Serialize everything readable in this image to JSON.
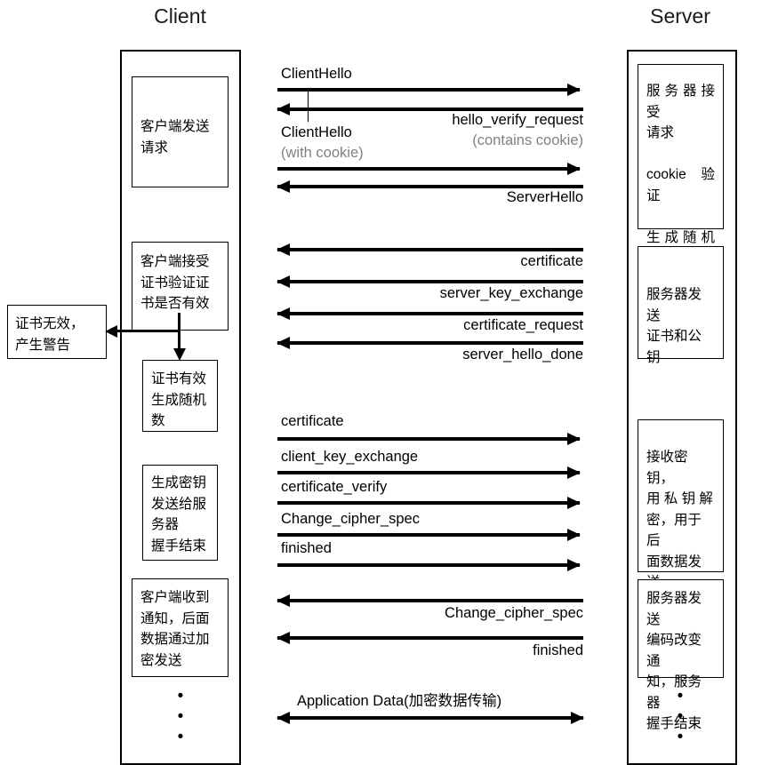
{
  "lanes": {
    "client_title": "Client",
    "server_title": "Server"
  },
  "client_notes": [
    {
      "id": "client-request",
      "text": "客户端发送\n请求"
    },
    {
      "id": "client-verify-cert",
      "text": "客户端接受\n证书验证证\n书是否有效"
    },
    {
      "id": "client-cert-valid",
      "text": "证书有效\n生成随机\n数"
    },
    {
      "id": "client-gen-key",
      "text": "生成密钥\n发送给服\n务器\n握手结束"
    },
    {
      "id": "client-notified",
      "text": "客户端收到\n通知，后面\n数据通过加\n密发送"
    }
  ],
  "server_notes": [
    {
      "id": "server-accept-request",
      "text": "服务器接受\n请求\n\ncookie 验证\n\n生成随机的\nsession ID"
    },
    {
      "id": "server-send-cert",
      "text": "服务器发送\n证书和公钥"
    },
    {
      "id": "server-decrypt-key",
      "text": "接收密钥，\n用 私 钥 解\n密，用于后\n面数据发送\n加密"
    },
    {
      "id": "server-cipher-notice",
      "text": "服务器发送\n编码改变通\n知，服务器\n握手结束"
    }
  ],
  "alert_note": {
    "id": "cert-invalid-alert",
    "text": "证书无效，\n产生警告"
  },
  "messages": [
    {
      "id": "client-hello-1",
      "label": "ClientHello",
      "direction": "to-right",
      "label_align": "left",
      "label_position": "above",
      "gray": false
    },
    {
      "id": "hello-verify-request",
      "label": "hello_verify_request",
      "direction": "to-left",
      "label_align": "right",
      "label_position": "below",
      "gray": false
    },
    {
      "id": "contains-cookie-note",
      "label": "(contains cookie)",
      "direction": "none",
      "label_align": "right",
      "label_position": "below",
      "gray": true
    },
    {
      "id": "client-hello-2",
      "label": "ClientHello",
      "direction": "to-right",
      "label_align": "left",
      "label_position": "above",
      "gray": false
    },
    {
      "id": "with-cookie-note",
      "label": "(with cookie)",
      "direction": "none",
      "label_align": "left",
      "label_position": "above",
      "gray": true
    },
    {
      "id": "server-hello",
      "label": "ServerHello",
      "direction": "to-left",
      "label_align": "right",
      "label_position": "below",
      "gray": false
    },
    {
      "id": "certificate-s2c",
      "label": "certificate",
      "direction": "to-left",
      "label_align": "right",
      "label_position": "below",
      "gray": false
    },
    {
      "id": "server-key-exchange",
      "label": "server_key_exchange",
      "direction": "to-left",
      "label_align": "right",
      "label_position": "below",
      "gray": false
    },
    {
      "id": "certificate-request",
      "label": "certificate_request",
      "direction": "to-left",
      "label_align": "right",
      "label_position": "below",
      "gray": false
    },
    {
      "id": "server-hello-done",
      "label": "server_hello_done",
      "direction": "to-left",
      "label_align": "right",
      "label_position": "below",
      "gray": false
    },
    {
      "id": "certificate-c2s",
      "label": "certificate",
      "direction": "to-right",
      "label_align": "left",
      "label_position": "above",
      "gray": false
    },
    {
      "id": "client-key-exchange",
      "label": "client_key_exchange",
      "direction": "to-right",
      "label_align": "left",
      "label_position": "above",
      "gray": false
    },
    {
      "id": "certificate-verify",
      "label": "certificate_verify",
      "direction": "to-right",
      "label_align": "left",
      "label_position": "above",
      "gray": false
    },
    {
      "id": "change-cipher-spec-c2s",
      "label": "Change_cipher_spec",
      "direction": "to-right",
      "label_align": "left",
      "label_position": "above",
      "gray": false
    },
    {
      "id": "finished-c2s",
      "label": "finished",
      "direction": "to-right",
      "label_align": "left",
      "label_position": "above",
      "gray": false
    },
    {
      "id": "change-cipher-spec-s2c",
      "label": "Change_cipher_spec",
      "direction": "to-left",
      "label_align": "right",
      "label_position": "below",
      "gray": false
    },
    {
      "id": "finished-s2c",
      "label": "finished",
      "direction": "to-left",
      "label_align": "right",
      "label_position": "below",
      "gray": false
    },
    {
      "id": "application-data",
      "label": "Application Data(加密数据传输)",
      "direction": "bidir",
      "label_align": "left",
      "label_position": "above",
      "gray": false
    }
  ],
  "ellipsis": {
    "dot": "•"
  },
  "colors": {
    "ink": "#000000",
    "gray_label": "#808080",
    "background": "#ffffff"
  }
}
